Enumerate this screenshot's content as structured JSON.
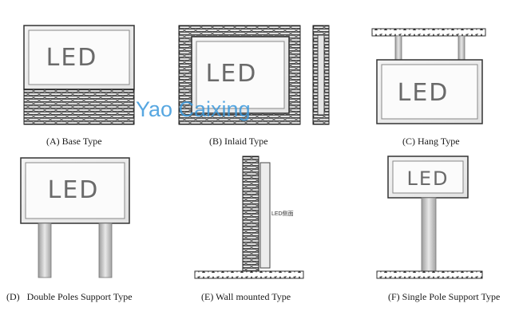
{
  "diagram": {
    "sign_text": "LED",
    "side_label": "LED侧面",
    "watermark": "Yao Caixing",
    "captions": {
      "a": "(A) Base Type",
      "b": "(B) Inlaid Type",
      "c": "(C) Hang Type",
      "d": "(D)   Double Poles Support Type",
      "e": "(E) Wall mounted Type",
      "f": "(F) Single Pole Support Type"
    }
  }
}
